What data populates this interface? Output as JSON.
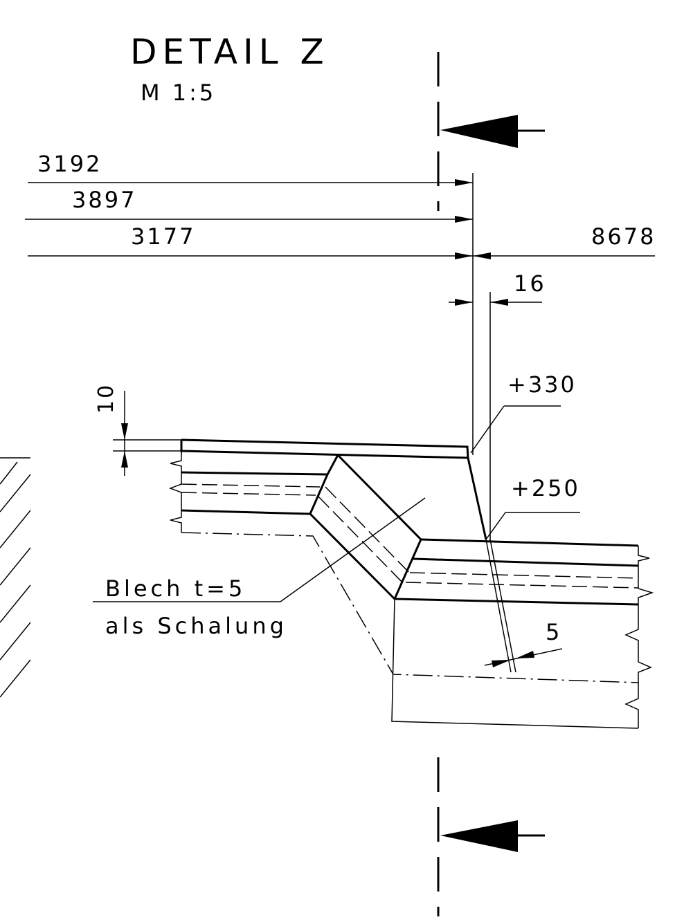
{
  "title": "DETAIL Z",
  "scale": "M 1:5",
  "dimensions": {
    "d_3192": "3192",
    "d_3897": "3897",
    "d_3177": "3177",
    "d_8678": "8678",
    "d_16": "16",
    "d_10": "10",
    "d_5": "5"
  },
  "levels": {
    "upper": "+330",
    "lower": "+250"
  },
  "note": {
    "line1": "Blech t=5",
    "line2": "als Schalung"
  }
}
